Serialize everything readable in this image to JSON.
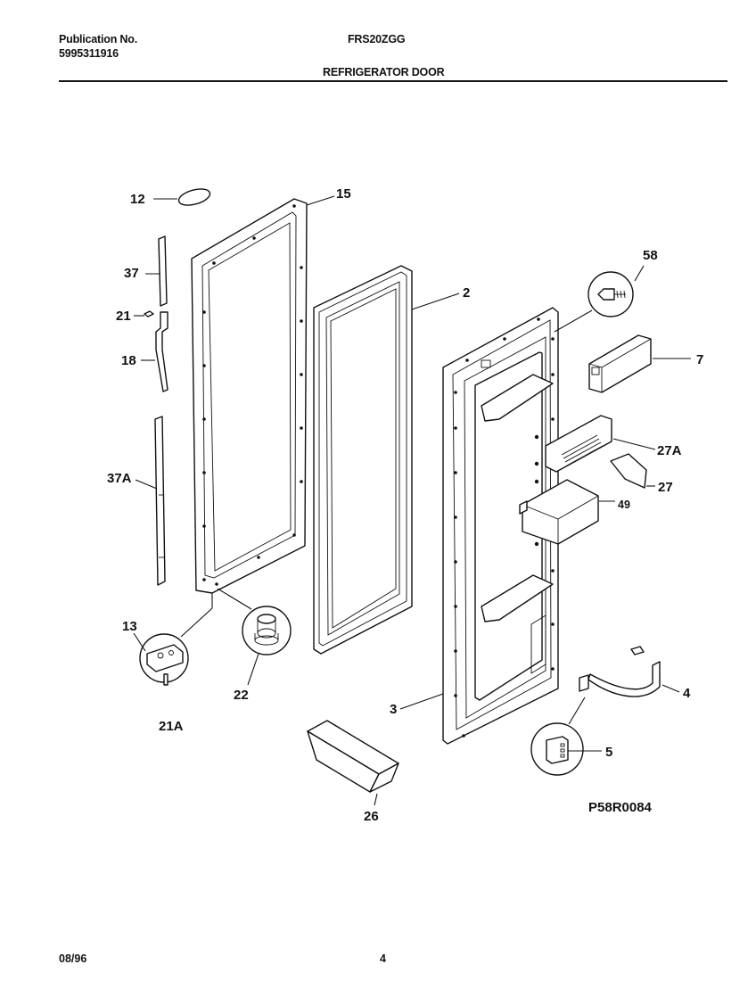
{
  "header": {
    "publication_label": "Publication No.",
    "publication_number": "5995311916",
    "model": "FRS20ZGG",
    "section_title": "REFRIGERATOR DOOR"
  },
  "callouts": {
    "c12": "12",
    "c15": "15",
    "c37": "37",
    "c21": "21",
    "c18": "18",
    "c37A": "37A",
    "c2": "2",
    "c58": "58",
    "c7": "7",
    "c27A": "27A",
    "c27": "27",
    "c49": "49",
    "c13": "13",
    "c22": "22",
    "c21A": "21A",
    "c3": "3",
    "c4": "4",
    "c5": "5",
    "c26": "26"
  },
  "diagram_code": "P58R0084",
  "footer": {
    "date": "08/96",
    "page": "4"
  }
}
